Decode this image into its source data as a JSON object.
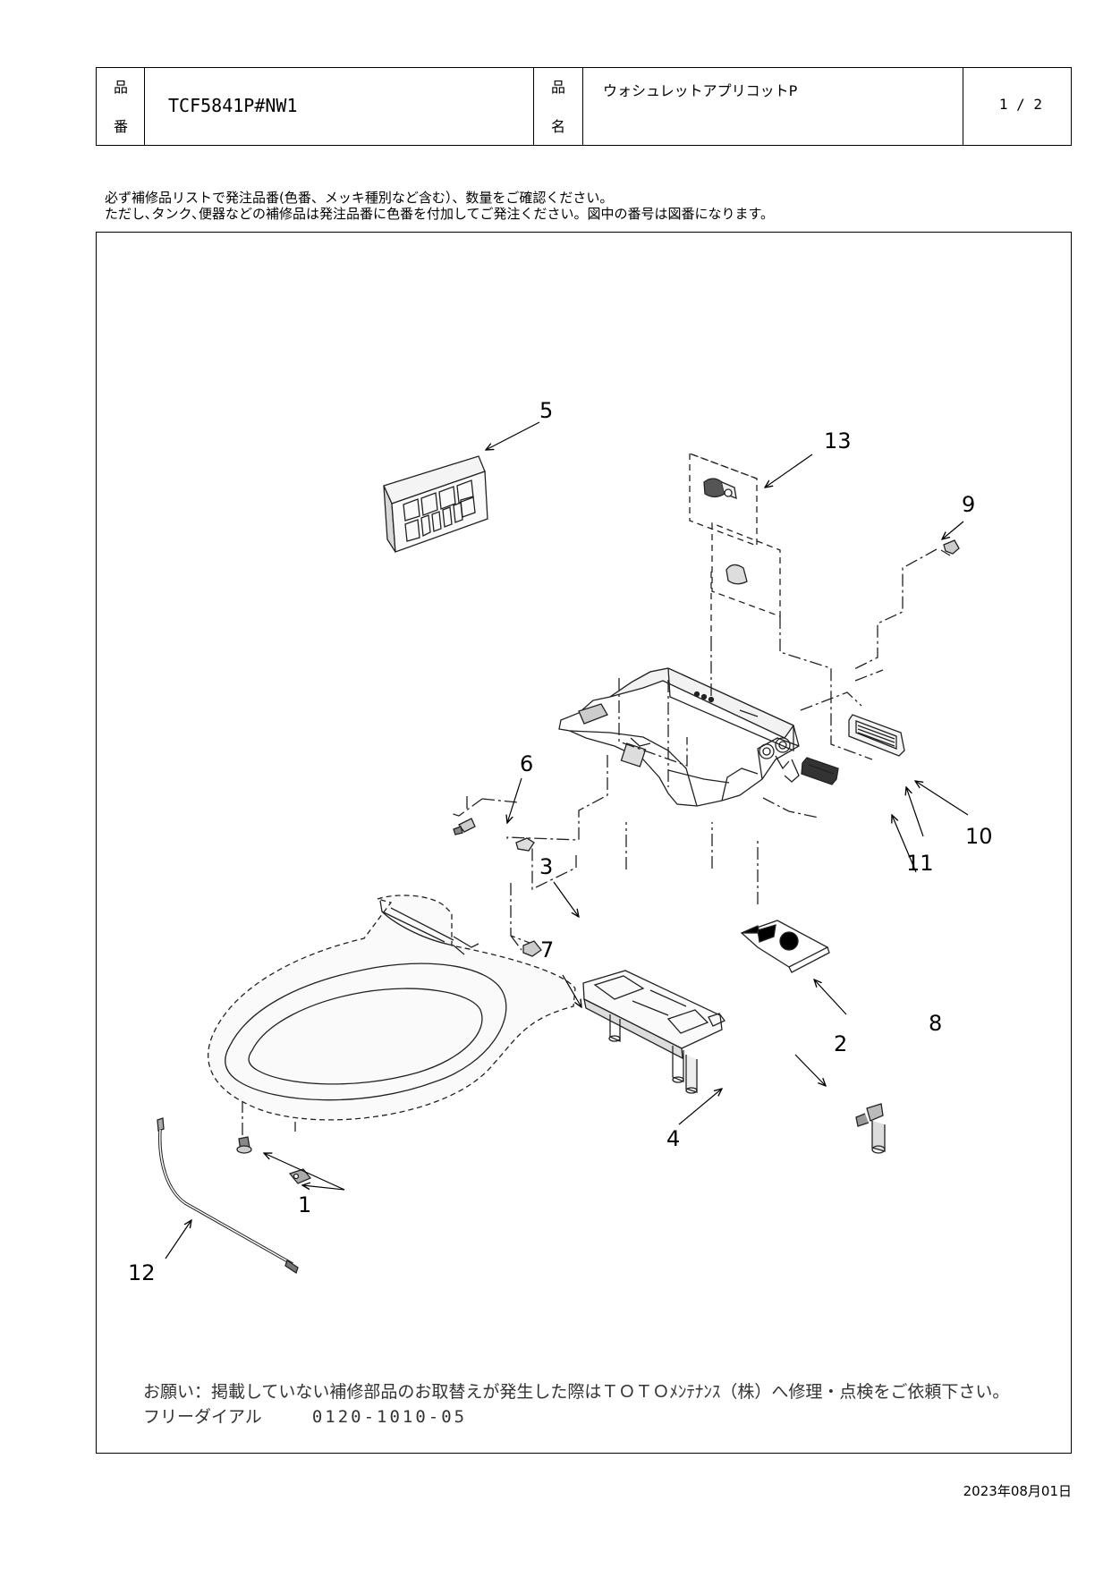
{
  "header": {
    "part_no_label": [
      "品",
      "番"
    ],
    "part_no": "TCF5841P#NW1",
    "part_name_label": [
      "品",
      "名"
    ],
    "part_name": "ウォシュレットアプリコットP",
    "page": "1 / 2"
  },
  "notice": {
    "line1": "必ず補修品リストで発注品番(色番、メッキ種別など含む）、数量をご確認ください。",
    "line2": "ただし､タンク､便器などの補修品は発注品番に色番を付加してご発注ください。図中の番号は図番になります。"
  },
  "callouts": [
    "1",
    "2",
    "3",
    "4",
    "5",
    "6",
    "7",
    "8",
    "9",
    "10",
    "11",
    "12",
    "13"
  ],
  "footer": {
    "line1": "お願い：掲載していない補修部品のお取替えが発生した際はＴＯＴＯﾒﾝﾃﾅﾝｽ（株）へ修理・点検をご依頼下さい。",
    "line2_label": "フリーダイアル",
    "line2_tel": "0120-1010-05"
  },
  "date": "2023年08月01日"
}
